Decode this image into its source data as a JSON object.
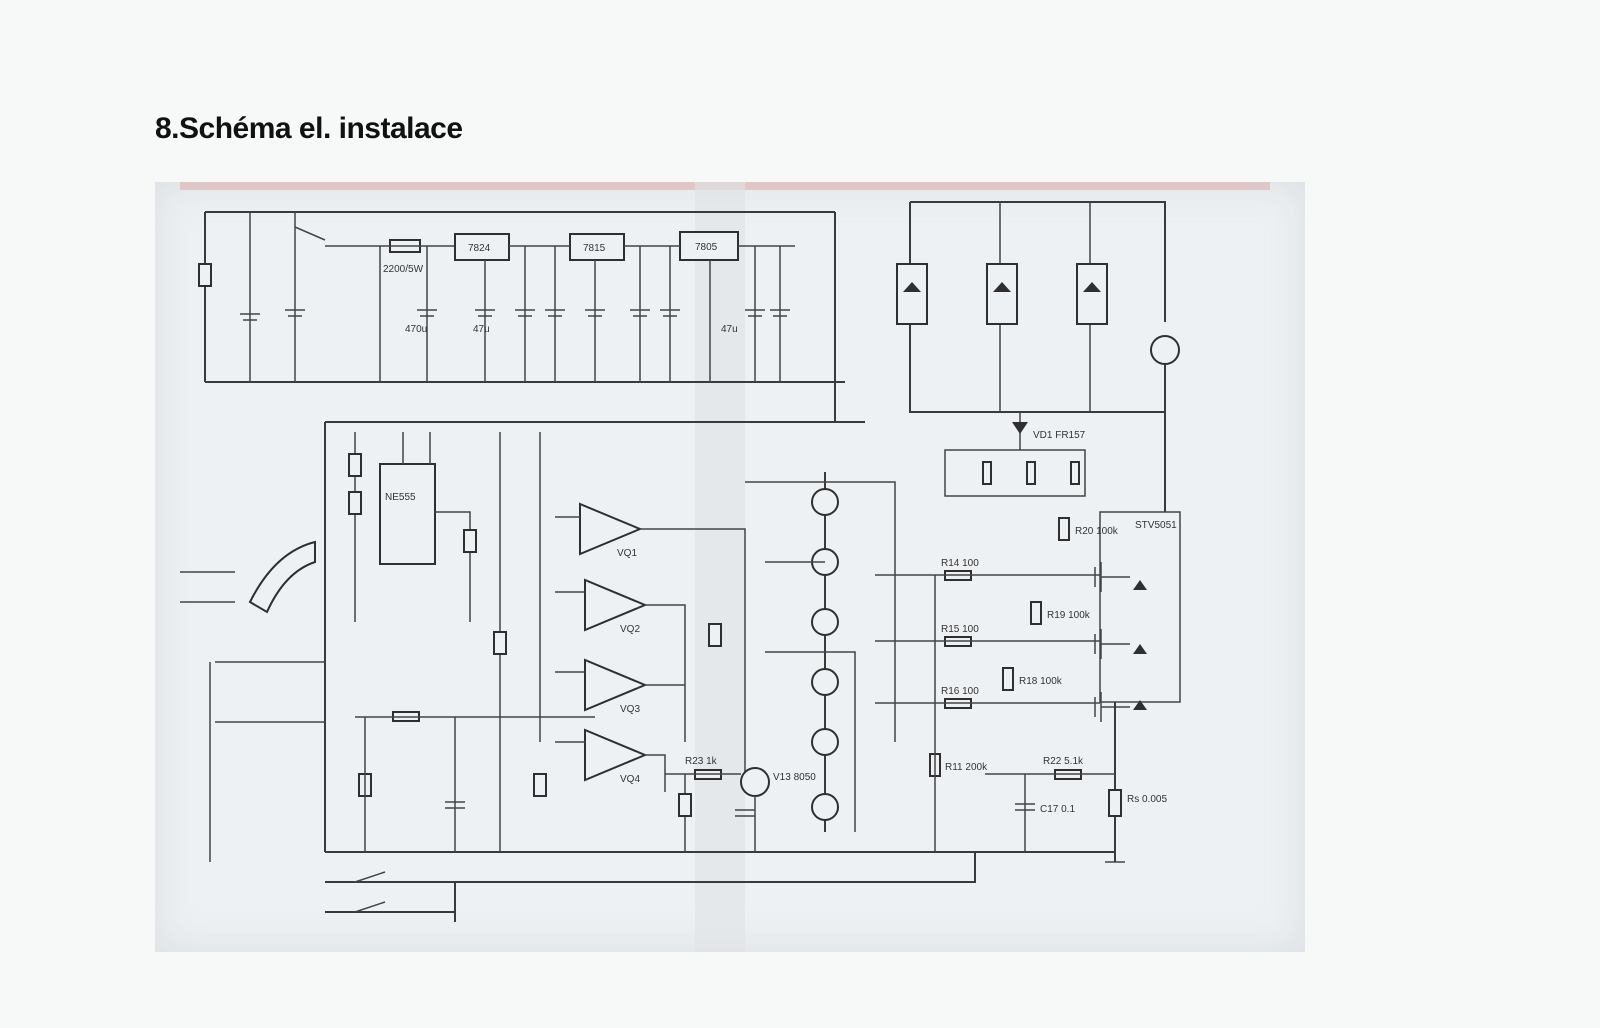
{
  "page": {
    "title": "8.Schéma el. instalace"
  },
  "diagram": {
    "ic_labels": {
      "u1": "7824",
      "u2": "7815",
      "u3": "7805",
      "ic1": "NE555"
    },
    "opamp_labels": [
      "VQ1",
      "VQ2",
      "VQ3",
      "VQ4"
    ],
    "component_labels": {
      "r_top": "2200/5W",
      "c2": "470u",
      "c3": "47u",
      "c7": "47u",
      "r23": "R23 1k",
      "r22": "R22 5.1k",
      "r11": "R11 200k",
      "r14": "R14 100",
      "r15": "R15 100",
      "r16": "R16 100",
      "r20": "R20 100k",
      "r19": "R19 100k",
      "r18": "R18 100k",
      "rs": "Rs 0.005",
      "c17": "C17 0.1",
      "v13": "V13 8050",
      "vd1": "VD1 FR157",
      "fets": "STV5051"
    }
  }
}
